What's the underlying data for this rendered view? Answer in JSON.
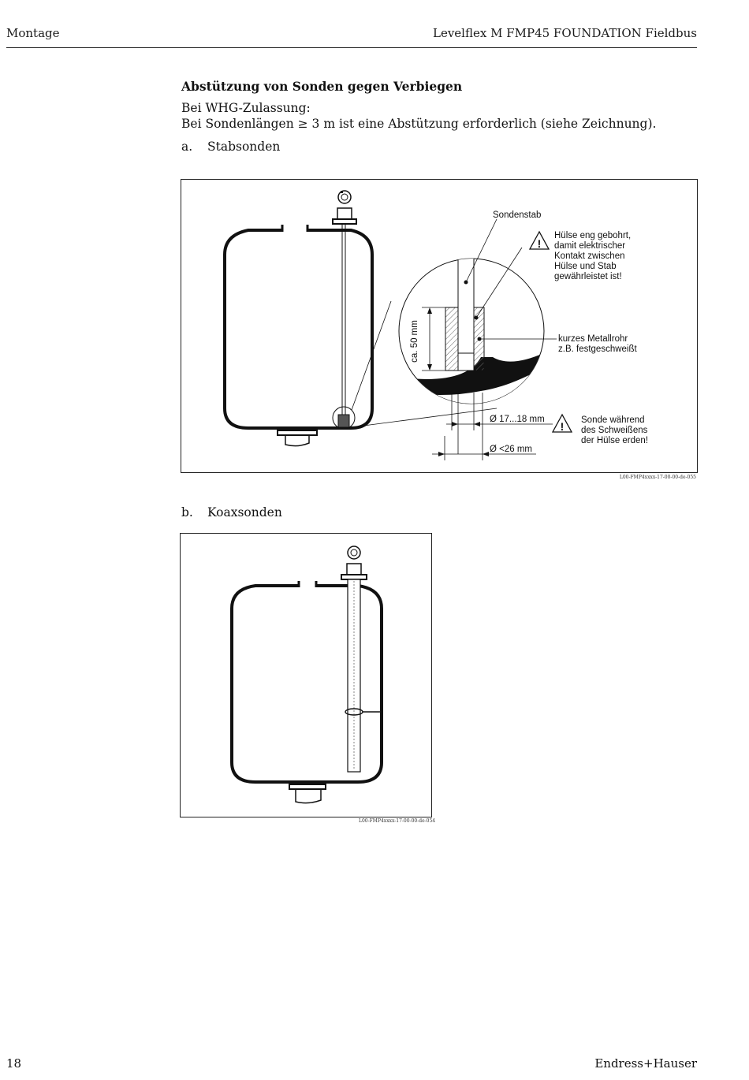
{
  "header": {
    "left": "Montage",
    "right": "Levelflex M FMP45 FOUNDATION Fieldbus"
  },
  "section_title": "Abstützung von Sonden gegen Verbiegen",
  "intro": [
    "Bei WHG-Zulassung:",
    "Bei Sondenlängen ≥ 3 m ist eine Abstützung erforderlich (siehe Zeichnung)."
  ],
  "item_a": {
    "marker": "a.",
    "label": "Stabsonden"
  },
  "item_b": {
    "marker": "b.",
    "label": "Koaxsonden"
  },
  "figure1": {
    "labels": {
      "sondenstab": "Sondenstab",
      "huelse_1": "Hülse eng gebohrt,",
      "huelse_2": "damit elektrischer",
      "huelse_3": "Kontakt zwischen",
      "huelse_4": "Hülse und Stab",
      "huelse_5": "gewährleistet ist!",
      "dim_height": "ca. 50 mm",
      "rohr_1": "kurzes Metallrohr",
      "rohr_2": "z.B. festgeschweißt",
      "dia_inner": "Ø 17...18 mm",
      "dia_outer": "Ø <26 mm",
      "warn_1": "Sonde während",
      "warn_2": "des Schweißens",
      "warn_3": "der Hülse erden!"
    },
    "ref": "L00-FMP4xxxx-17-00-00-de-055"
  },
  "figure2": {
    "ref": "L00-FMP4xxxx-17-00-00-de-054"
  },
  "footer": {
    "page": "18",
    "brand": "Endress+Hauser"
  }
}
